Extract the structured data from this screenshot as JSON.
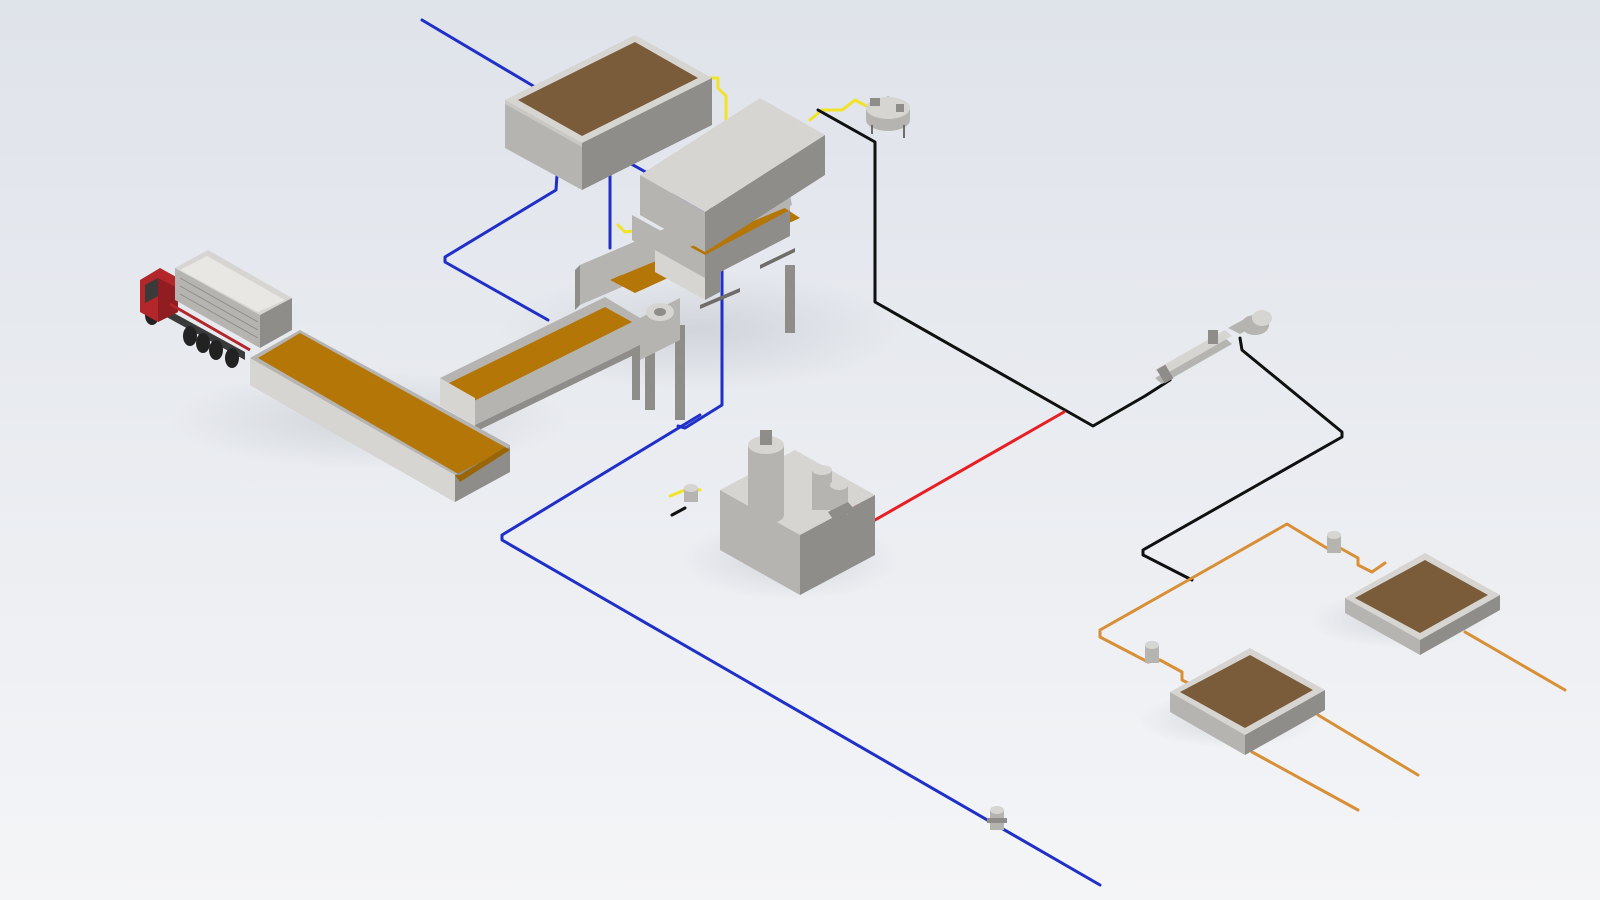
{
  "scene": {
    "background_top": "#dfe3ea",
    "background_bottom": "#f4f5f7",
    "shadow_color": "#d4d7dc"
  },
  "colors": {
    "water_pipe": "#1f2fc8",
    "return_pipe": "#101010",
    "hydraulic_pipe": "#e81e25",
    "air_pipe": "#f1e22a",
    "slurry_pipe": "#d88f36",
    "conveyor_belt": "#b57608",
    "steel_light": "#d7d5d2",
    "steel_mid": "#b6b4b1",
    "steel_dark": "#8f8d8a",
    "tank_contents": "#7a5c3a",
    "truck_red": "#b3262a",
    "truck_dark": "#3a3a3a"
  },
  "equipment": [
    {
      "name": "dump-truck"
    },
    {
      "name": "feed-conveyor"
    },
    {
      "name": "inclined-conveyor"
    },
    {
      "name": "upper-conveyor"
    },
    {
      "name": "filter-press"
    },
    {
      "name": "wash-water-tank"
    },
    {
      "name": "air-compressor"
    },
    {
      "name": "hydraulic-power-unit"
    },
    {
      "name": "screw-pump"
    },
    {
      "name": "settling-tank-1"
    },
    {
      "name": "settling-tank-2"
    },
    {
      "name": "inline-valve"
    }
  ]
}
